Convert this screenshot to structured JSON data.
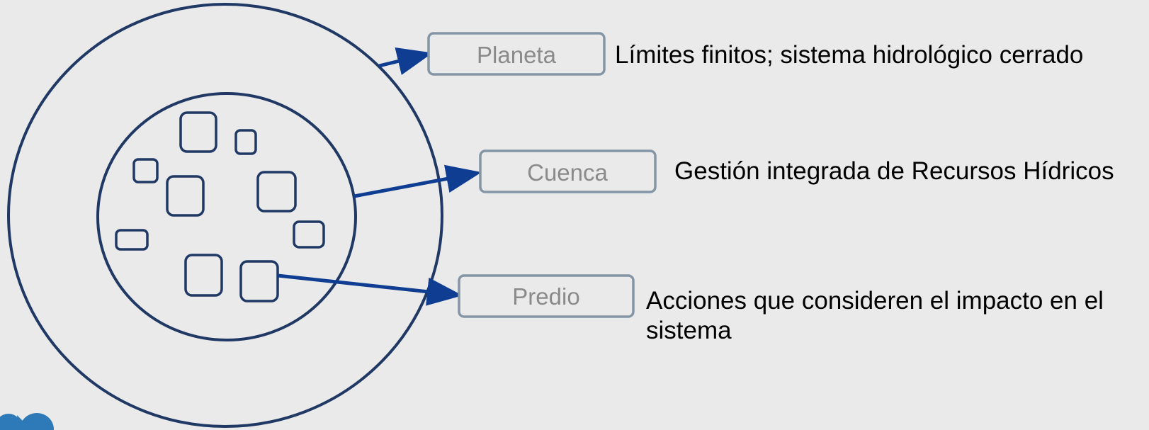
{
  "levels": [
    {
      "label": "Planeta",
      "description": "Límites finitos; sistema hidrológico cerrado"
    },
    {
      "label": "Cuenca",
      "description": "Gestión integrada de Recursos Hídricos"
    },
    {
      "label": "Predio",
      "description": "Acciones que consideren el impacto en el sistema"
    }
  ],
  "colors": {
    "background": "#eaeaea",
    "circle_stroke": "#1f3864",
    "arrow": "#0f3d91",
    "label_border": "#8496a5",
    "label_text": "#8a8a8a",
    "description_text": "#000000",
    "logo": "#2e7ab8"
  }
}
